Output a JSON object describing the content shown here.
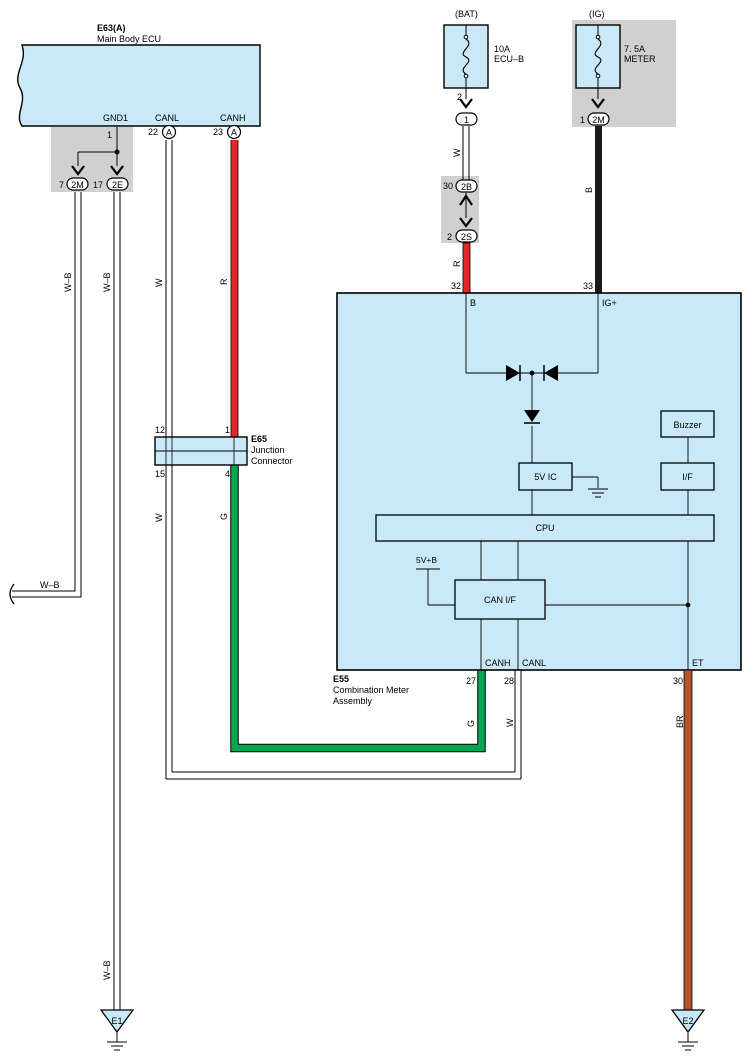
{
  "ecu": {
    "code": "E63(A)",
    "name": "Main Body ECU",
    "gnd1": "GND1",
    "canl": "CANL",
    "canh": "CANH"
  },
  "fuse_bat": {
    "source": "(BAT)",
    "rating": "10A",
    "name": "ECU–B"
  },
  "fuse_ig": {
    "source": "(IG)",
    "rating": "7. 5A",
    "name": "METER"
  },
  "junction": {
    "code": "E65",
    "line1": "Junction",
    "line2": "Connector"
  },
  "meter": {
    "code": "E55",
    "line1": "Combination Meter",
    "line2": "Assembly",
    "b": "B",
    "igp": "IG+",
    "canh": "CANH",
    "canl": "CANL",
    "et": "ET",
    "buzzer": "Buzzer",
    "if": "I/F",
    "ic5v": "5V IC",
    "cpu": "CPU",
    "canif": "CAN I/F",
    "v5b": "5V+B"
  },
  "connectors": {
    "a": "A",
    "twoM": "2M",
    "twoE": "2E",
    "twoB": "2B",
    "twoS": "2S",
    "one": "1"
  },
  "pins": {
    "ecu_gnd1": "1",
    "ecu_canl": "22",
    "ecu_canh": "23",
    "p2m_left": "7",
    "p2e": "17",
    "fuse_bat_out": "2",
    "ig_2m": "1",
    "p2b": "30",
    "p2s": "2",
    "meter_b": "32",
    "meter_ig": "33",
    "jc_12": "12",
    "jc_1": "1",
    "jc_15": "15",
    "jc_4": "4",
    "meter_canh": "27",
    "meter_canl": "28",
    "meter_et": "30"
  },
  "wires": {
    "wb": "W–B",
    "w": "W",
    "r": "R",
    "g": "G",
    "b": "B",
    "br": "BR"
  },
  "grounds": {
    "e1": "E1",
    "e2": "E2"
  },
  "colors": {
    "fill_blue": "#c9e8f8",
    "shade": "#d0d0d0",
    "red": "#e8242b",
    "green": "#00a650",
    "black": "#1a1a1a",
    "brown": "#b5542c"
  }
}
